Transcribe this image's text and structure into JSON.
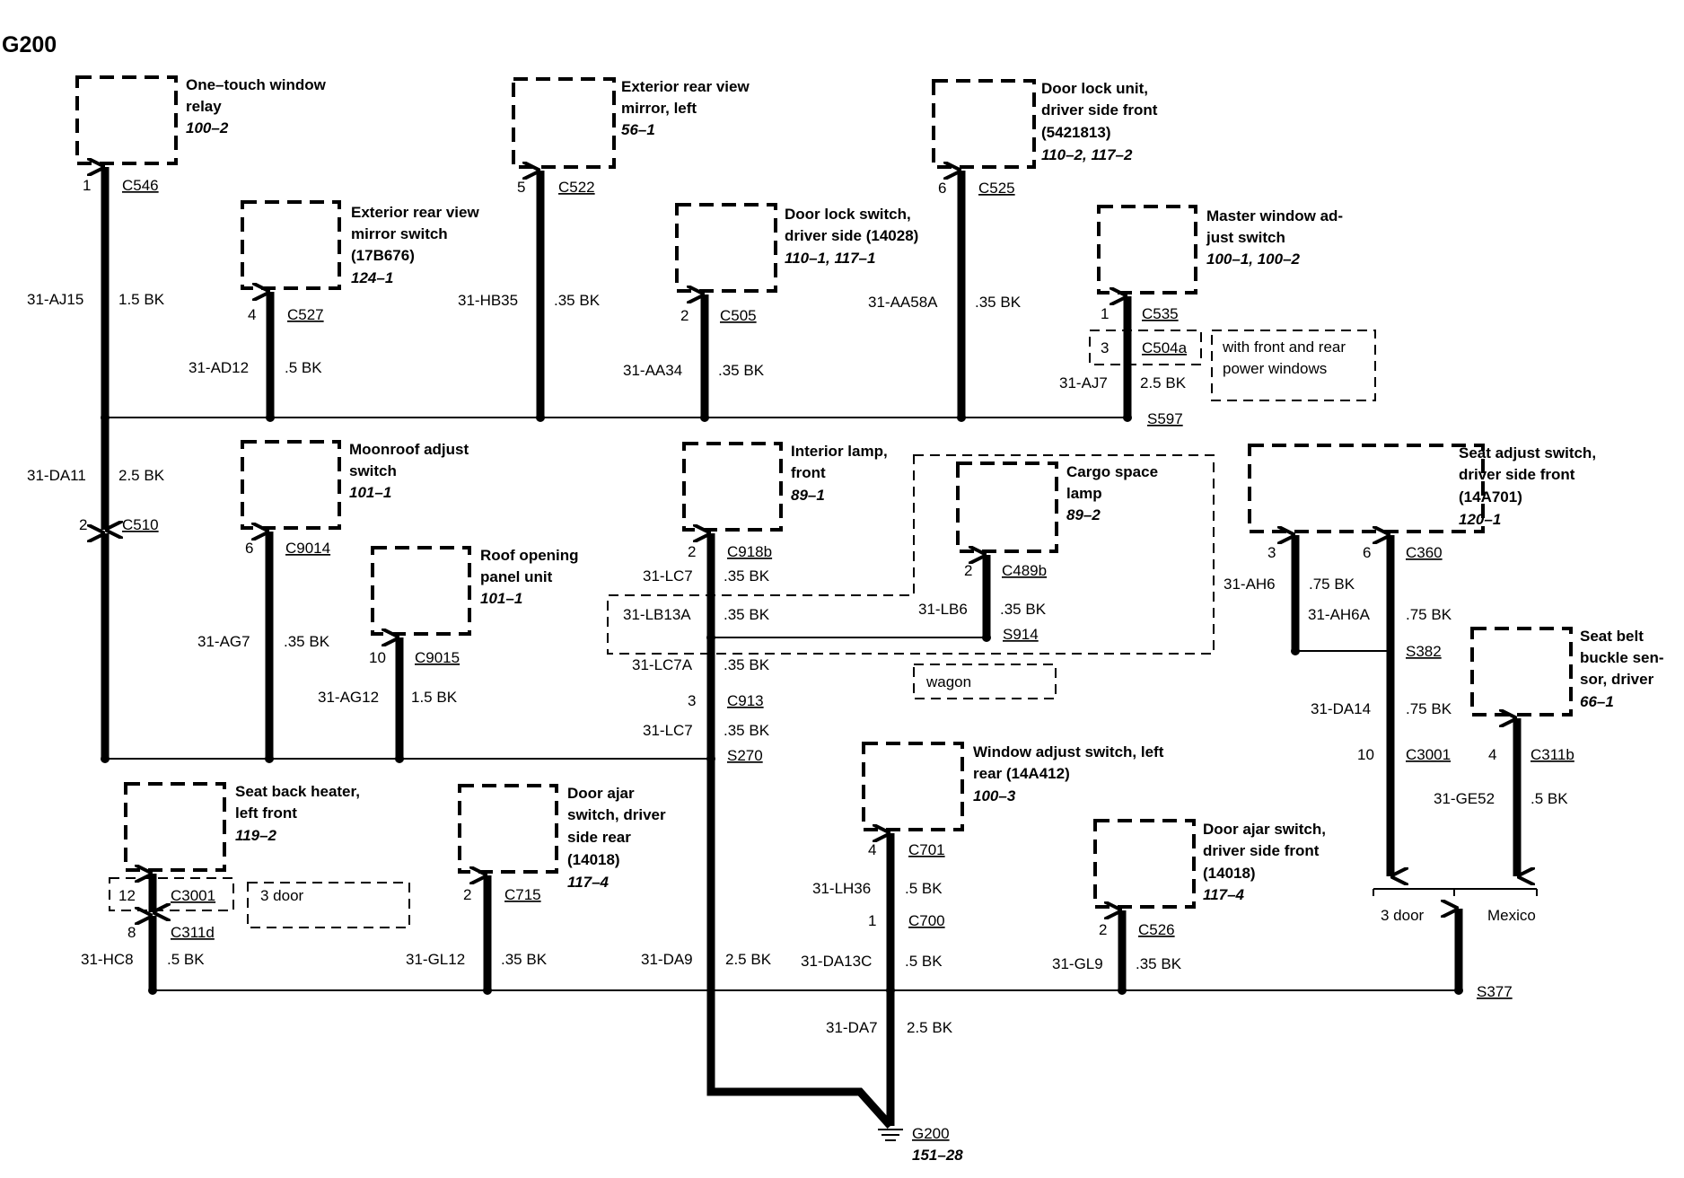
{
  "diagram": {
    "title": "G200",
    "boxes": {
      "one_touch_relay": {
        "l1": "One–touch window",
        "l2": "relay",
        "ref": "100–2"
      },
      "ext_mirror_switch": {
        "l1": "Exterior rear view",
        "l2": "mirror switch",
        "l3": "(17B676)",
        "ref": "124–1"
      },
      "ext_mirror_left": {
        "l1": "Exterior rear view",
        "l2": "mirror, left",
        "ref": "56–1"
      },
      "door_lock_switch": {
        "l1": "Door lock switch,",
        "l2": "driver side (14028)",
        "ref": "110–1, 117–1"
      },
      "door_lock_unit": {
        "l1": "Door lock unit,",
        "l2": "driver side front",
        "l3": "(5421813)",
        "ref": "110–2, 117–2"
      },
      "master_window": {
        "l1": "Master window ad-",
        "l2": "just switch",
        "ref": "100–1, 100–2"
      },
      "moonroof": {
        "l1": "Moonroof adjust",
        "l2": "switch",
        "ref": "101–1"
      },
      "roof_panel": {
        "l1": "Roof opening",
        "l2": "panel unit",
        "ref": "101–1"
      },
      "interior_lamp": {
        "l1": "Interior lamp,",
        "l2": "front",
        "ref": "89–1"
      },
      "cargo_lamp": {
        "l1": "Cargo space",
        "l2": "lamp",
        "ref": "89–2"
      },
      "seat_adjust": {
        "l1": "Seat adjust switch,",
        "l2": "driver side front",
        "l3": "(14A701)",
        "ref": "120–1"
      },
      "seat_belt": {
        "l1": "Seat belt",
        "l2": "buckle sen-",
        "l3": "sor, driver",
        "ref": "66–1"
      },
      "window_left_rear": {
        "l1": "Window adjust switch, left",
        "l2": "rear (14A412)",
        "ref": "100–3"
      },
      "seat_heater": {
        "l1": "Seat back heater,",
        "l2": "left front",
        "ref": "119–2"
      },
      "door_ajar_rear": {
        "l1": "Door ajar",
        "l2": "switch, driver",
        "l3": "side rear",
        "l4": "(14018)",
        "ref": "117–4"
      },
      "door_ajar_front": {
        "l1": "Door ajar switch,",
        "l2": "driver side front",
        "l3": "(14018)",
        "ref": "117–4"
      }
    },
    "wires": {
      "c546": {
        "pin": "1",
        "conn": "C546",
        "circuit": "31-AJ15",
        "gauge": "1.5 BK"
      },
      "c527": {
        "pin": "4",
        "conn": "C527",
        "circuit": "31-AD12",
        "gauge": ".5 BK"
      },
      "c522": {
        "pin": "5",
        "conn": "C522",
        "circuit": "31-HB35",
        "gauge": ".35 BK"
      },
      "c505": {
        "pin": "2",
        "conn": "C505",
        "circuit": "31-AA34",
        "gauge": ".35 BK"
      },
      "c525": {
        "pin": "6",
        "conn": "C525",
        "circuit": "31-AA58A",
        "gauge": ".35 BK"
      },
      "c535": {
        "pin": "1",
        "conn": "C535"
      },
      "c504a": {
        "pin": "3",
        "conn": "C504a",
        "circuit": "31-AJ7",
        "gauge": "2.5 BK",
        "splice": "S597"
      },
      "c504a_note": {
        "l1": "with front and rear",
        "l2": "power windows"
      },
      "da11": {
        "circuit": "31-DA11",
        "gauge": "2.5 BK",
        "pin": "2",
        "conn": "C510"
      },
      "c9014": {
        "pin": "6",
        "conn": "C9014",
        "circuit": "31-AG7",
        "gauge": ".35 BK"
      },
      "c9015": {
        "pin": "10",
        "conn": "C9015",
        "circuit": "31-AG12",
        "gauge": "1.5 BK"
      },
      "c918b": {
        "pin": "2",
        "conn": "C918b",
        "circuit": "31-LC7",
        "gauge": ".35 BK"
      },
      "lb13a": {
        "circuit": "31-LB13A",
        "gauge": ".35 BK"
      },
      "c489b": {
        "pin": "2",
        "conn": "C489b",
        "circuit": "31-LB6",
        "gauge": ".35 BK",
        "splice": "S914"
      },
      "wagon": "wagon",
      "lc7a": {
        "circuit": "31-LC7A",
        "gauge": ".35 BK"
      },
      "c913": {
        "pin": "3",
        "conn": "C913",
        "circuit": "31-LC7",
        "gauge": ".35 BK",
        "splice": "S270"
      },
      "c360": {
        "pin_a": "3",
        "pin_b": "6",
        "conn": "C360",
        "circuit_a": "31-AH6",
        "gauge_a": ".75 BK",
        "circuit_b": "31-AH6A",
        "gauge_b": ".75 BK",
        "splice": "S382"
      },
      "c3001_r": {
        "circuit": "31-DA14",
        "gauge": ".75 BK",
        "pin": "10",
        "conn": "C3001"
      },
      "c311b": {
        "pin": "4",
        "conn": "C311b",
        "circuit": "31-GE52",
        "gauge": ".5 BK"
      },
      "c701": {
        "pin": "4",
        "conn": "C701",
        "circuit": "31-LH36",
        "gauge": ".5 BK"
      },
      "c700": {
        "pin": "1",
        "conn": "C700",
        "circuit": "31-DA13C",
        "gauge": ".5 BK"
      },
      "c3001_l": {
        "pin": "12",
        "conn": "C3001"
      },
      "three_door_l": "3 door",
      "c311d": {
        "pin": "8",
        "conn": "C311d",
        "circuit": "31-HC8",
        "gauge": ".5 BK"
      },
      "c715": {
        "pin": "2",
        "conn": "C715",
        "circuit": "31-GL12",
        "gauge": ".35 BK"
      },
      "da9": {
        "circuit": "31-DA9",
        "gauge": "2.5 BK"
      },
      "c526": {
        "pin": "2",
        "conn": "C526",
        "circuit": "31-GL9",
        "gauge": ".35 BK"
      },
      "s377": {
        "splice": "S377",
        "left": "3 door",
        "right": "Mexico"
      },
      "da7": {
        "circuit": "31-DA7",
        "gauge": "2.5 BK"
      },
      "ground": {
        "name": "G200",
        "ref": "151–28"
      }
    }
  }
}
